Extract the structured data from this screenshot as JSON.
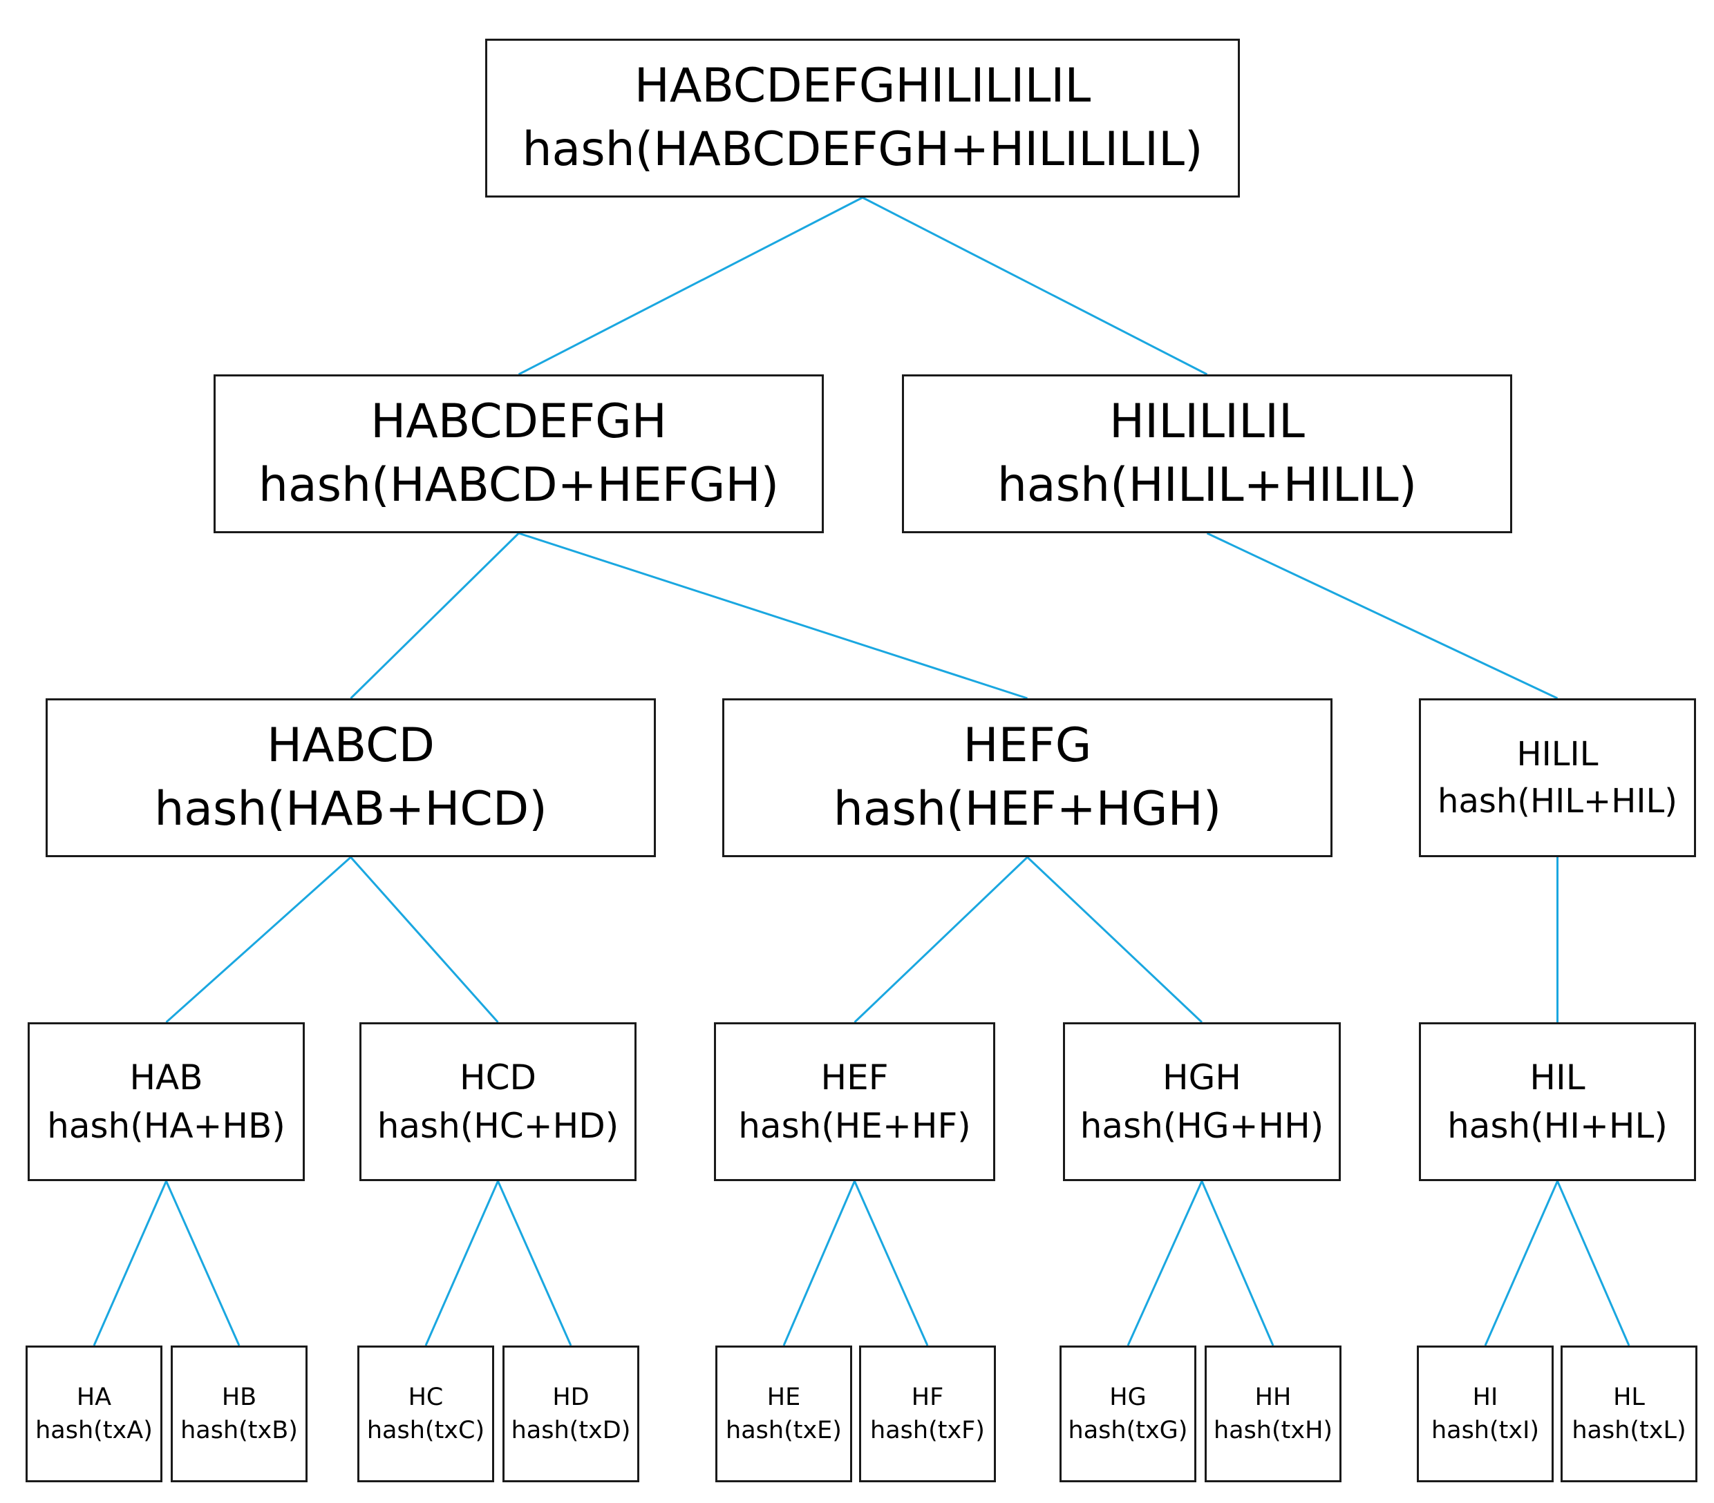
{
  "diagram": {
    "nodes": [
      {
        "id": "root",
        "name": "HABCDEFGHILILILIL",
        "formula": "hash(HABCDEFGH+HILILILIL)"
      },
      {
        "id": "habcdefgh",
        "name": "HABCDEFGH",
        "formula": "hash(HABCD+HEFGH)"
      },
      {
        "id": "hilililil",
        "name": "HILILILIL",
        "formula": "hash(HILIL+HILIL)"
      },
      {
        "id": "habcd",
        "name": "HABCD",
        "formula": "hash(HAB+HCD)"
      },
      {
        "id": "hefg",
        "name": "HEFG",
        "formula": "hash(HEF+HGH)"
      },
      {
        "id": "hilil",
        "name": "HILIL",
        "formula": "hash(HIL+HIL)"
      },
      {
        "id": "hab",
        "name": "HAB",
        "formula": "hash(HA+HB)"
      },
      {
        "id": "hcd",
        "name": "HCD",
        "formula": "hash(HC+HD)"
      },
      {
        "id": "hef",
        "name": "HEF",
        "formula": "hash(HE+HF)"
      },
      {
        "id": "hgh",
        "name": "HGH",
        "formula": "hash(HG+HH)"
      },
      {
        "id": "hil",
        "name": "HIL",
        "formula": "hash(HI+HL)"
      },
      {
        "id": "ha",
        "name": "HA",
        "formula": "hash(txA)"
      },
      {
        "id": "hb",
        "name": "HB",
        "formula": "hash(txB)"
      },
      {
        "id": "hc",
        "name": "HC",
        "formula": "hash(txC)"
      },
      {
        "id": "hd",
        "name": "HD",
        "formula": "hash(txD)"
      },
      {
        "id": "he",
        "name": "HE",
        "formula": "hash(txE)"
      },
      {
        "id": "hf",
        "name": "HF",
        "formula": "hash(txF)"
      },
      {
        "id": "hg",
        "name": "HG",
        "formula": "hash(txG)"
      },
      {
        "id": "hh",
        "name": "HH",
        "formula": "hash(txH)"
      },
      {
        "id": "hi",
        "name": "HI",
        "formula": "hash(txI)"
      },
      {
        "id": "hl",
        "name": "HL",
        "formula": "hash(txL)"
      }
    ],
    "edges": [
      [
        "root",
        "habcdefgh"
      ],
      [
        "root",
        "hilililil"
      ],
      [
        "habcdefgh",
        "habcd"
      ],
      [
        "habcdefgh",
        "hefg"
      ],
      [
        "hilililil",
        "hilil"
      ],
      [
        "habcd",
        "hab"
      ],
      [
        "habcd",
        "hcd"
      ],
      [
        "hefg",
        "hef"
      ],
      [
        "hefg",
        "hgh"
      ],
      [
        "hilil",
        "hil"
      ],
      [
        "hab",
        "ha"
      ],
      [
        "hab",
        "hb"
      ],
      [
        "hcd",
        "hc"
      ],
      [
        "hcd",
        "hd"
      ],
      [
        "hef",
        "he"
      ],
      [
        "hef",
        "hf"
      ],
      [
        "hgh",
        "hg"
      ],
      [
        "hgh",
        "hh"
      ],
      [
        "hil",
        "hi"
      ],
      [
        "hil",
        "hl"
      ]
    ],
    "colors": {
      "edge": "#1aa7e0",
      "border": "#1a1a1a",
      "text": "#000000"
    }
  }
}
